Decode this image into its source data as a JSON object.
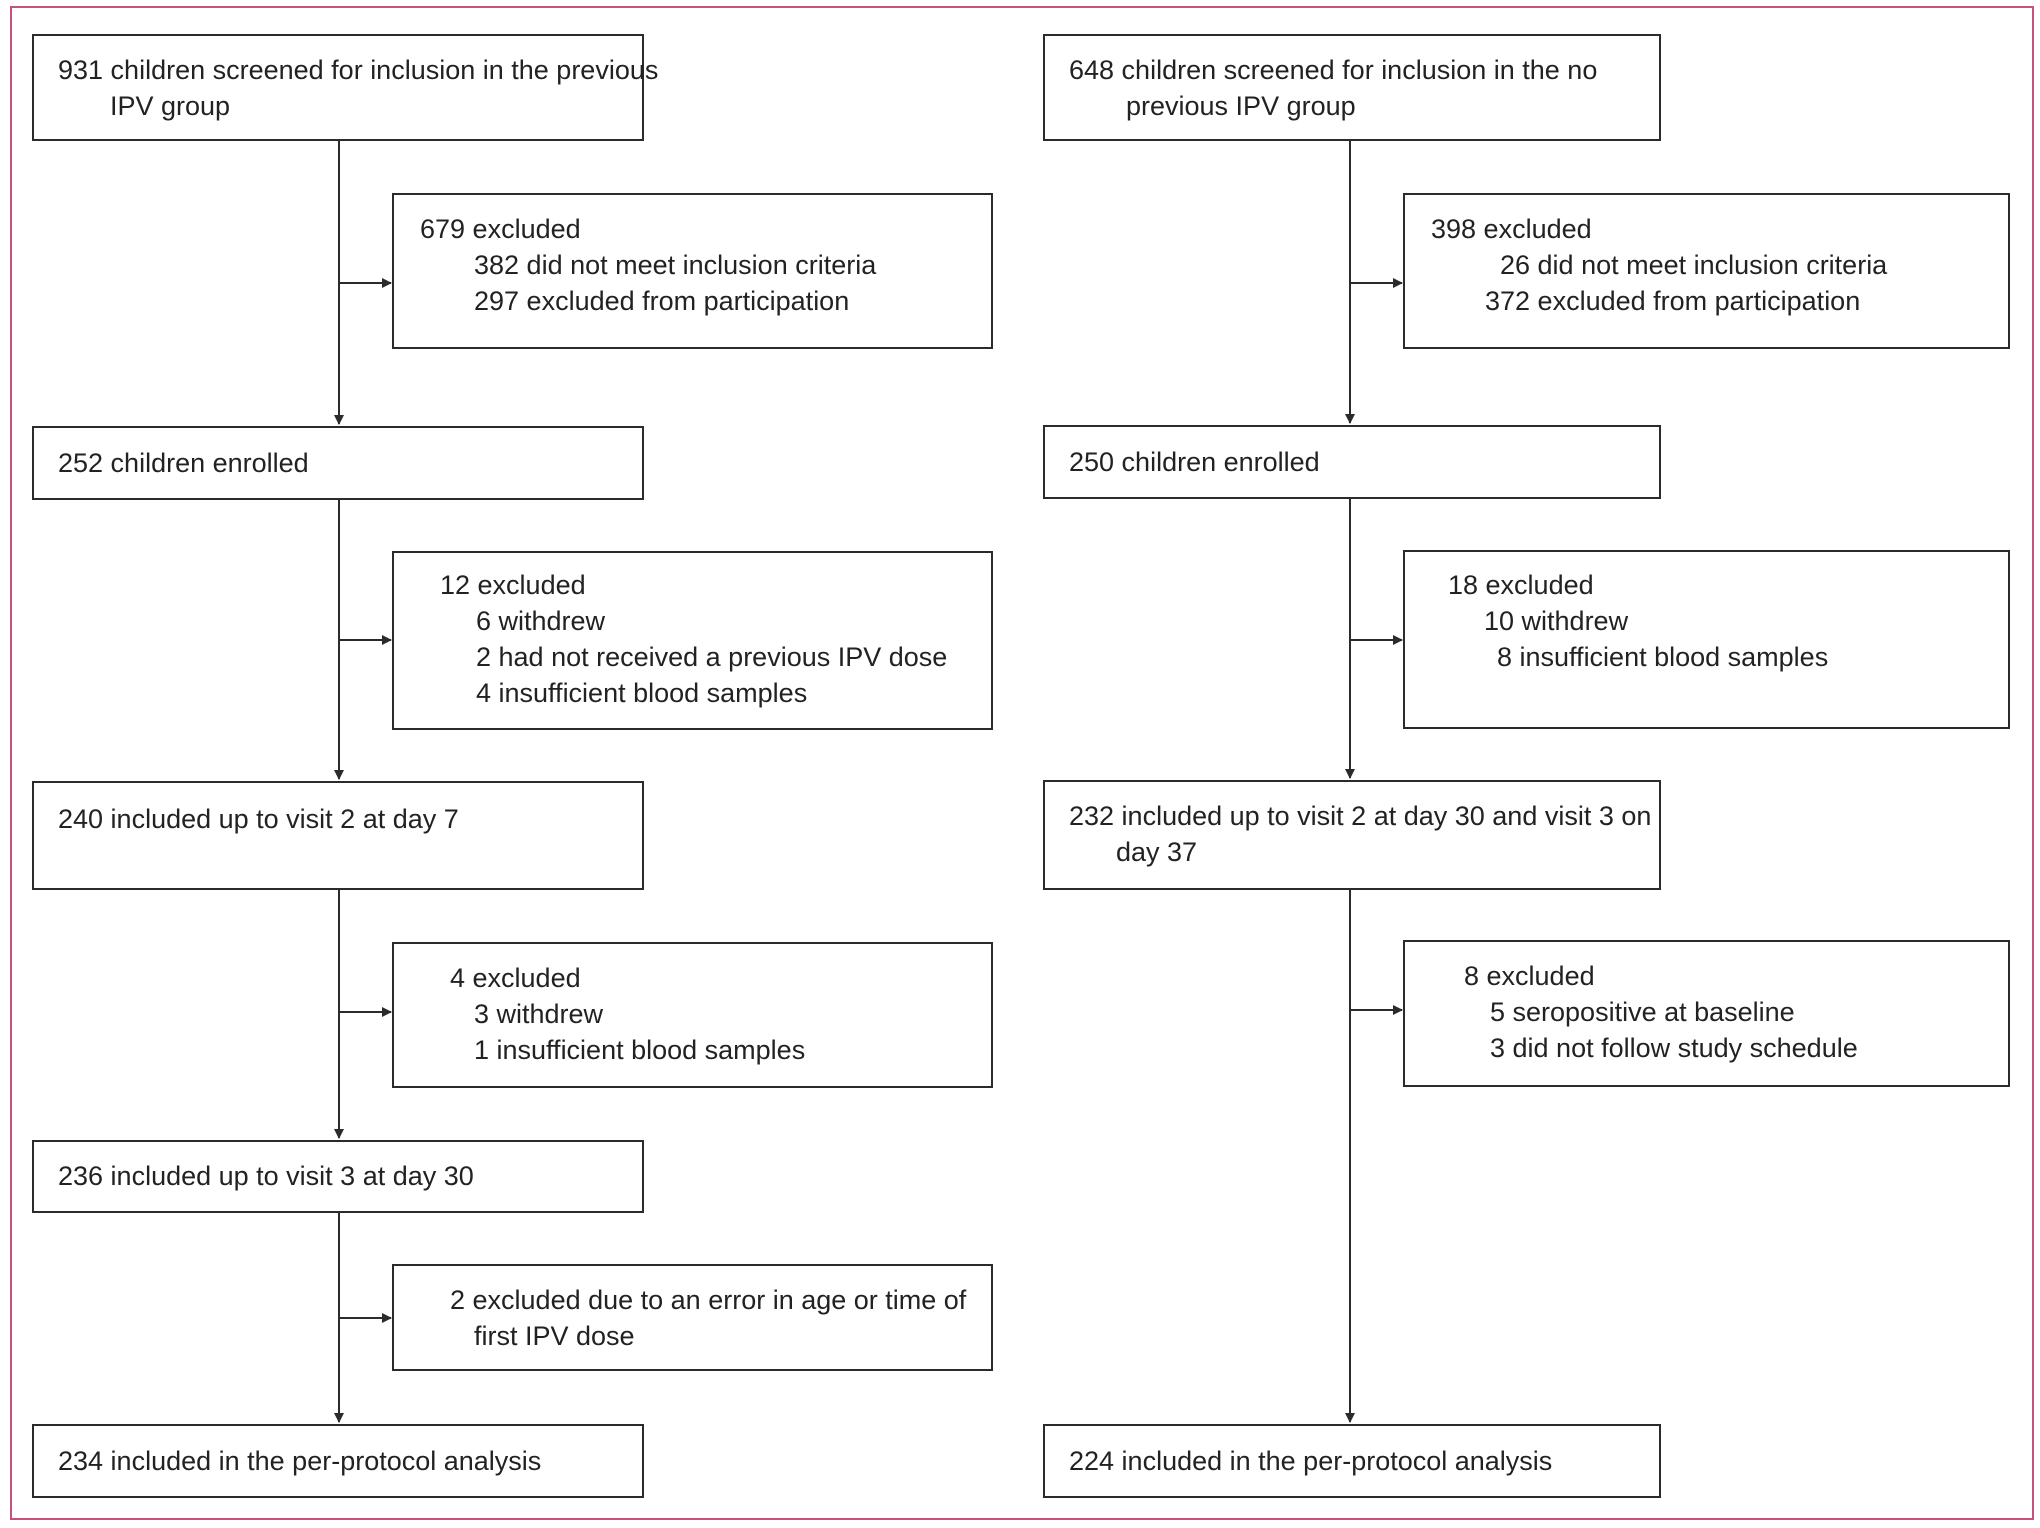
{
  "left": {
    "screened": [
      "931 children screened for inclusion in the previous",
      "IPV group"
    ],
    "excl1": [
      "679 excluded",
      "382 did not meet inclusion criteria",
      "297 excluded from participation"
    ],
    "enrolled": "252 children enrolled",
    "excl2": [
      "12 excluded",
      "6 withdrew",
      "2 had not received a previous IPV dose",
      "4 insufficient blood samples"
    ],
    "visit2": "240 included up to visit 2 at day 7",
    "excl3": [
      "4 excluded",
      "3 withdrew",
      "1 insufficient blood samples"
    ],
    "visit3": "236 included up to visit 3 at day 30",
    "excl4": [
      "2 excluded due to an error in age or time of",
      "first IPV dose"
    ],
    "final": "234 included in the per-protocol analysis"
  },
  "right": {
    "screened": [
      "648 children screened for inclusion in the no",
      "previous IPV group"
    ],
    "excl1": [
      "398 excluded",
      "26 did not meet inclusion criteria",
      "372 excluded from participation"
    ],
    "enrolled": "250 children enrolled",
    "excl2": [
      "18 excluded",
      "10 withdrew",
      "8 insufficient blood samples"
    ],
    "visit": [
      "232 included up to visit 2 at day 30 and visit 3 on",
      "day 37"
    ],
    "excl3": [
      "8 excluded",
      "5 seropositive at baseline",
      "3 did not follow study schedule"
    ],
    "final": "224 included in the per-protocol analysis"
  }
}
